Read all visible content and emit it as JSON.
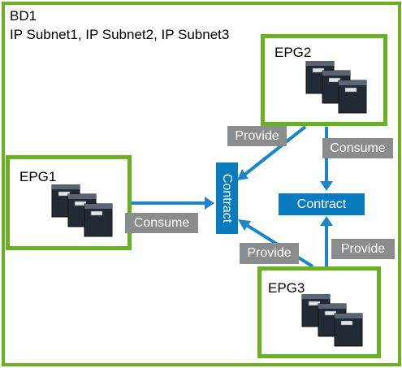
{
  "bridge_domain": {
    "title": "BD1",
    "subnets": "IP Subnet1, IP Subnet2, IP Subnet3"
  },
  "epgs": {
    "epg1": "EPG1",
    "epg2": "EPG2",
    "epg3": "EPG3"
  },
  "relations": {
    "epg2_provide": "Provide",
    "epg2_consume": "Consume",
    "epg1_consume": "Consume",
    "epg3_provide_left": "Provide",
    "epg3_provide_right": "Provide"
  },
  "contracts": {
    "contract_vertical": "Contract",
    "contract_horizontal": "Contract"
  },
  "colors": {
    "frame_green": "#6ab023",
    "contract_blue": "#0a7bbf",
    "label_grey": "#8a8c8e",
    "arrow_blue": "#1a86c8"
  },
  "icons": [
    "server-stack-icon"
  ]
}
